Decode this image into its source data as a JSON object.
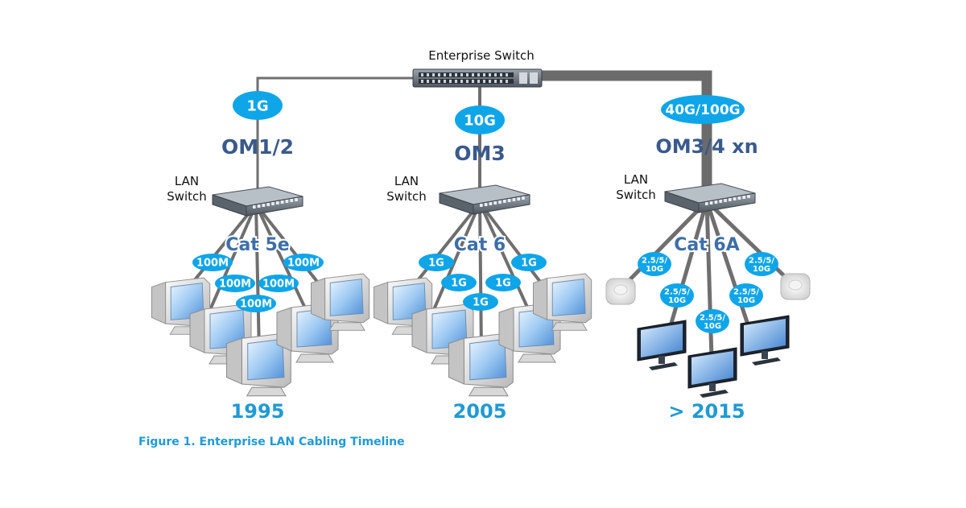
{
  "enterprise_switch_label": "Enterprise Switch",
  "lan_switch_label": [
    "LAN",
    "Switch"
  ],
  "colors": {
    "bubble": "#0ea5e9",
    "media_text": "#3a5a8c",
    "cat_text": "#3d6fa8",
    "year_text": "#1f9ad6",
    "cable": "#6f6f6f"
  },
  "eras": [
    {
      "year": "1995",
      "uplink_speed": "1G",
      "fiber": "OM1/2",
      "copper": "Cat 5e",
      "device_speeds": [
        "100M",
        "100M",
        "100M",
        "100M",
        "100M"
      ]
    },
    {
      "year": "2005",
      "uplink_speed": "10G",
      "fiber": "OM3",
      "copper": "Cat 6",
      "device_speeds": [
        "1G",
        "1G",
        "1G",
        "1G",
        "1G"
      ]
    },
    {
      "year": "> 2015",
      "uplink_speed": "40G/100G",
      "fiber": "OM3/4 xn",
      "copper": "Cat 6A",
      "device_speeds": [
        "2.5/5/\n10G",
        "2.5/5/\n10G",
        "2.5/5/\n10G",
        "2.5/5/\n10G",
        "2.5/5/\n10G"
      ]
    }
  ],
  "caption": "Figure 1. Enterprise LAN Cabling Timeline"
}
